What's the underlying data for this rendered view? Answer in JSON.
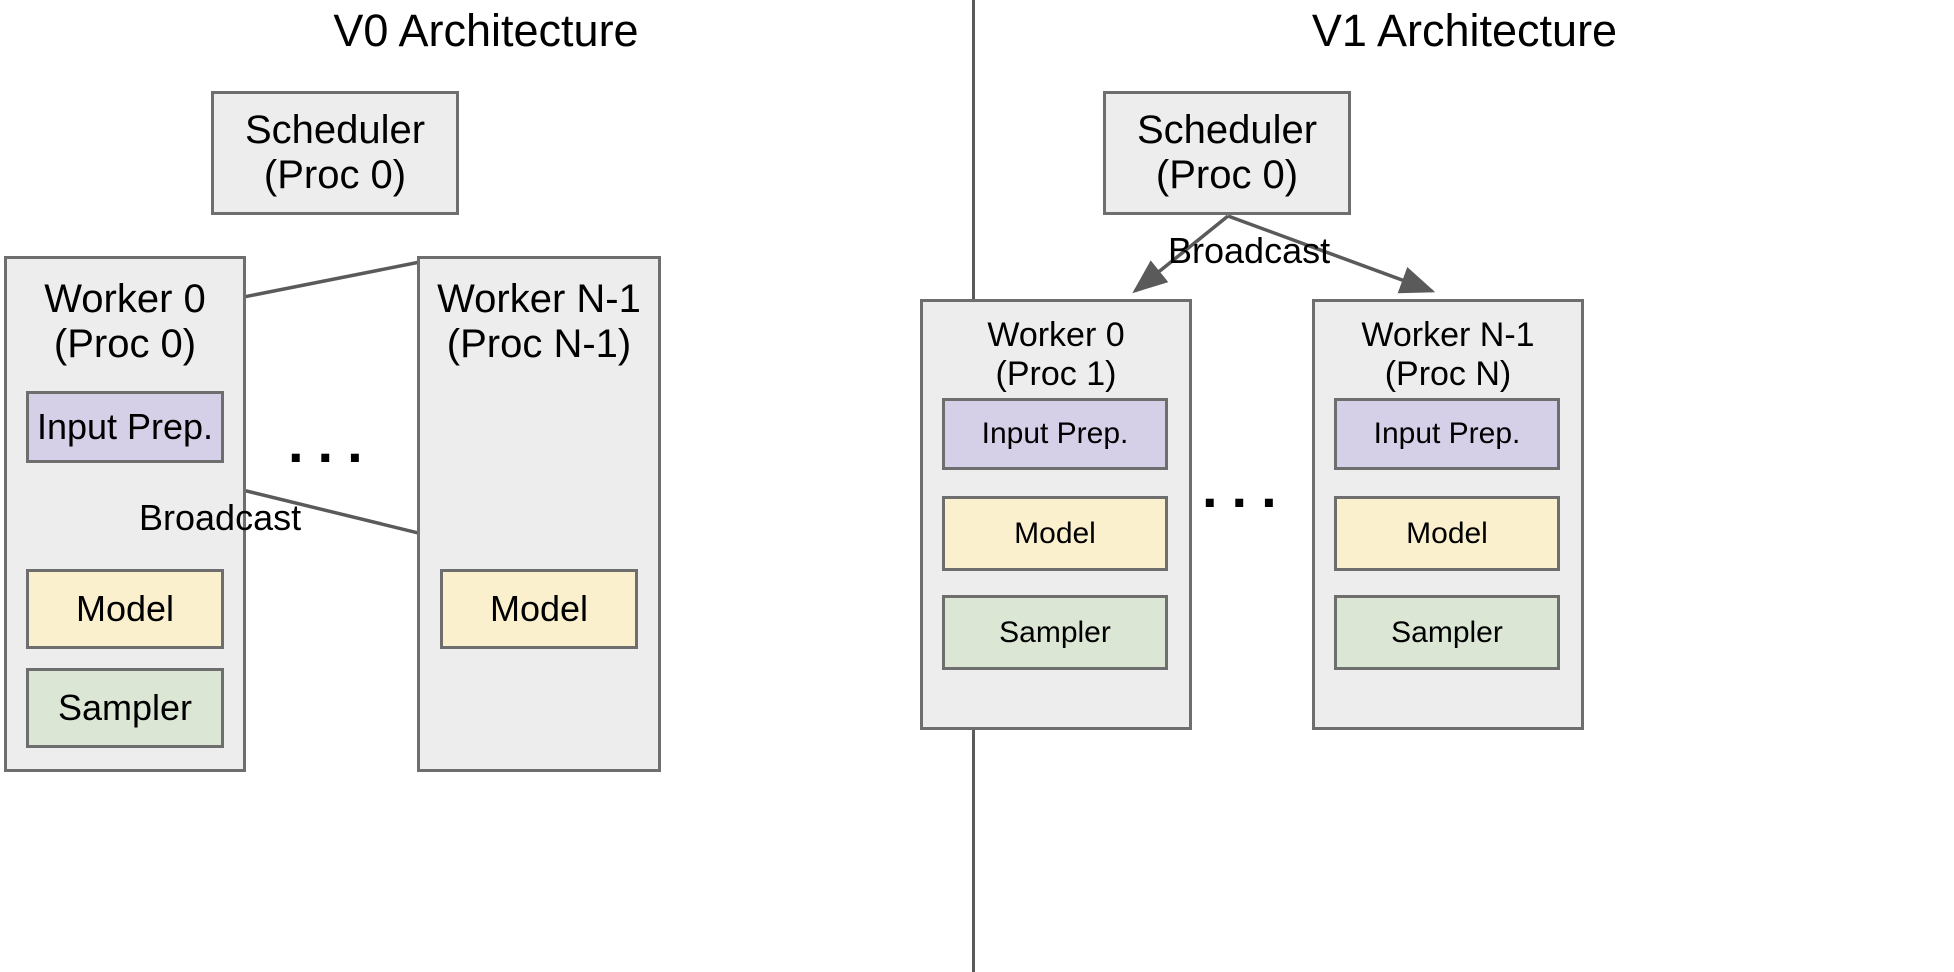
{
  "diagram": {
    "type": "architecture-comparison",
    "background": "#ffffff",
    "divider_color": "#5a5a5a",
    "colors": {
      "container": "#ededed",
      "input_prep": "#d5cfe8",
      "model": "#fbf0cd",
      "sampler": "#dbe7d4",
      "border": "#6e6e6e",
      "arrow": "#5a5a5a"
    }
  },
  "panels": {
    "v0": {
      "title": "V0 Architecture",
      "scheduler": {
        "label": "Scheduler\n(Proc 0)"
      },
      "worker0": {
        "label": "Worker 0\n(Proc 0)",
        "blocks": [
          {
            "name": "input-prep",
            "label": "Input Prep."
          },
          {
            "name": "model",
            "label": "Model"
          },
          {
            "name": "sampler",
            "label": "Sampler"
          }
        ]
      },
      "workerN": {
        "label": "Worker N-1\n(Proc N-1)",
        "blocks": [
          {
            "name": "model",
            "label": "Model"
          }
        ]
      },
      "ellipsis": "...",
      "edge_labels": {
        "broadcast": "Broadcast"
      }
    },
    "v1": {
      "title": "V1 Architecture",
      "scheduler": {
        "label": "Scheduler\n(Proc 0)"
      },
      "worker0": {
        "label": "Worker 0\n(Proc 1)",
        "blocks": [
          {
            "name": "input-prep",
            "label": "Input Prep."
          },
          {
            "name": "model",
            "label": "Model"
          },
          {
            "name": "sampler",
            "label": "Sampler"
          }
        ]
      },
      "workerN": {
        "label": "Worker N-1\n(Proc N)",
        "blocks": [
          {
            "name": "input-prep",
            "label": "Input Prep."
          },
          {
            "name": "model",
            "label": "Model"
          },
          {
            "name": "sampler",
            "label": "Sampler"
          }
        ]
      },
      "ellipsis": "...",
      "edge_labels": {
        "broadcast": "Broadcast"
      }
    }
  }
}
